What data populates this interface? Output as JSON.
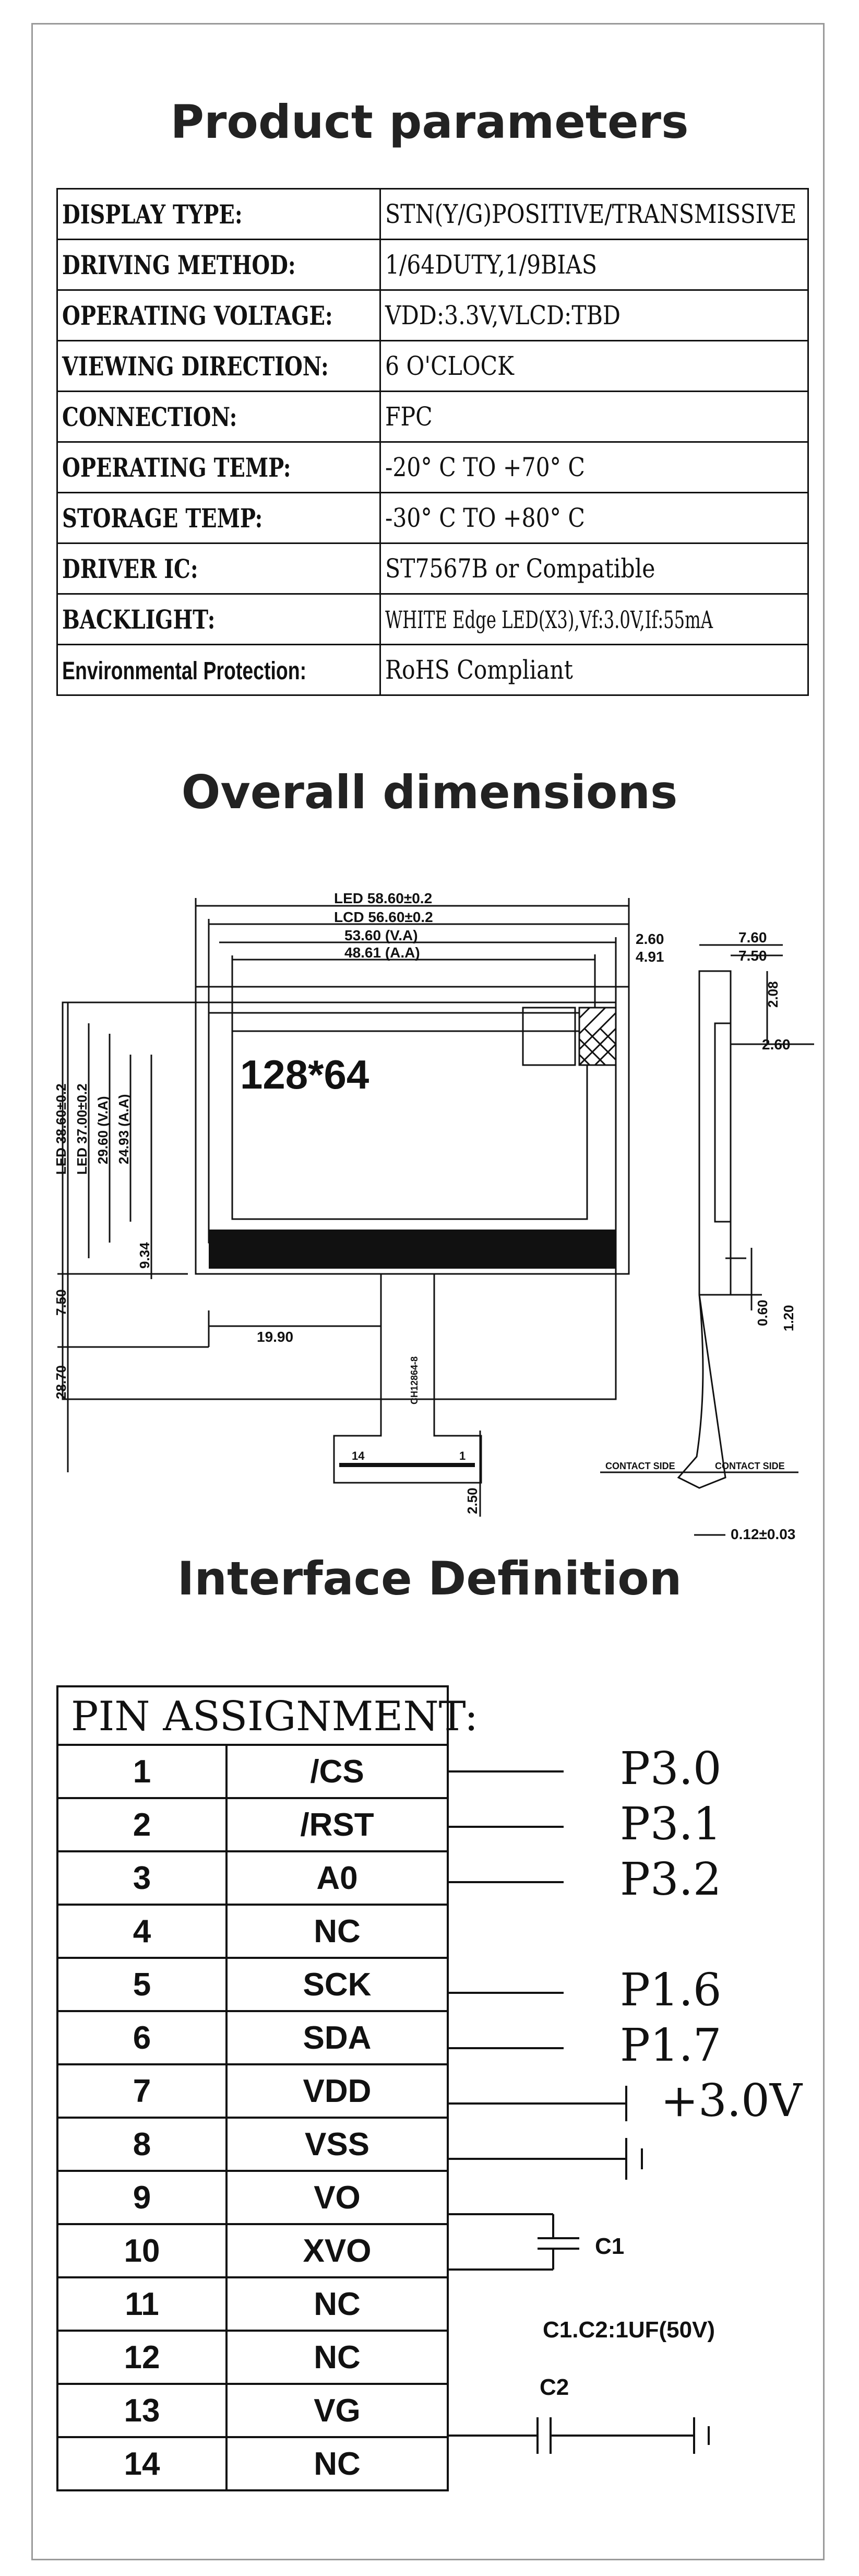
{
  "headings": {
    "product_parameters": "Product parameters",
    "overall_dimensions": "Overall dimensions",
    "interface_definition": "Interface Definition"
  },
  "parameters": [
    {
      "key": "DISPLAY TYPE:",
      "value": "STN(Y/G)POSITIVE/TRANSMISSIVE"
    },
    {
      "key": "DRIVING METHOD:",
      "value": "1/64DUTY,1/9BIAS"
    },
    {
      "key": "OPERATING VOLTAGE:",
      "value": "VDD:3.3V,VLCD:TBD"
    },
    {
      "key": "VIEWING DIRECTION:",
      "value": "6 O'CLOCK"
    },
    {
      "key": "CONNECTION:",
      "value": "FPC"
    },
    {
      "key": "OPERATING TEMP:",
      "value": "-20° C TO +70° C"
    },
    {
      "key": "STORAGE TEMP:",
      "value": "-30° C TO +80° C"
    },
    {
      "key": "DRIVER IC:",
      "value": "ST7567B or Compatible"
    },
    {
      "key": "BACKLIGHT:",
      "value": "WHITE Edge LED(X3),Vf:3.0V,If:55mA"
    },
    {
      "key": "Environmental Protection:",
      "value": "RoHS Compliant"
    }
  ],
  "drawing": {
    "display_label": "128*64",
    "dims": {
      "led_w": "LED 58.60±0.2",
      "lcd_w": "LCD 56.60±0.2",
      "va_w": "53.60 (V.A)",
      "aa_w": "48.61 (A.A)",
      "d_2_60_top": "2.60",
      "d_4_91": "4.91",
      "led_h": "LED 38.60±0.2",
      "lcd_h": "LED 37.00±0.2",
      "va_h": "29.60 (V.A)",
      "aa_h": "24.93 (A.A)",
      "d_9_34": "9.34",
      "d_7_50": "7.50",
      "d_28_70": "28.70",
      "d_19_90": "19.90",
      "d_2_50": "2.50",
      "fpc_code": "CH12864-8",
      "pin_14": "14",
      "pin_1": "1",
      "side_7_60": "7.60",
      "side_7_50": "7.50",
      "side_2_08": "2.08",
      "side_2_60": "2.60",
      "side_0_60": "0.60",
      "side_1_20": "1.20",
      "contact_left": "CONTACT SIDE",
      "contact_right": "CONTACT SIDE",
      "side_0_12": "0.12±0.03"
    }
  },
  "pin_assignment": {
    "header": "PIN ASSIGNMENT:",
    "rows": [
      {
        "num": "1",
        "name": "/CS"
      },
      {
        "num": "2",
        "name": "/RST"
      },
      {
        "num": "3",
        "name": "A0"
      },
      {
        "num": "4",
        "name": "NC"
      },
      {
        "num": "5",
        "name": "SCK"
      },
      {
        "num": "6",
        "name": "SDA"
      },
      {
        "num": "7",
        "name": "VDD"
      },
      {
        "num": "8",
        "name": "VSS"
      },
      {
        "num": "9",
        "name": "VO"
      },
      {
        "num": "10",
        "name": "XVO"
      },
      {
        "num": "11",
        "name": "NC"
      },
      {
        "num": "12",
        "name": "NC"
      },
      {
        "num": "13",
        "name": "VG"
      },
      {
        "num": "14",
        "name": "NC"
      }
    ],
    "signals": {
      "p30": "P3.0",
      "p31": "P3.1",
      "p32": "P3.2",
      "p16": "P1.6",
      "p17": "P1.7",
      "vdd": "+3.0V",
      "c1": "C1",
      "c_note": "C1.C2:1UF(50V)",
      "c2": "C2"
    }
  }
}
